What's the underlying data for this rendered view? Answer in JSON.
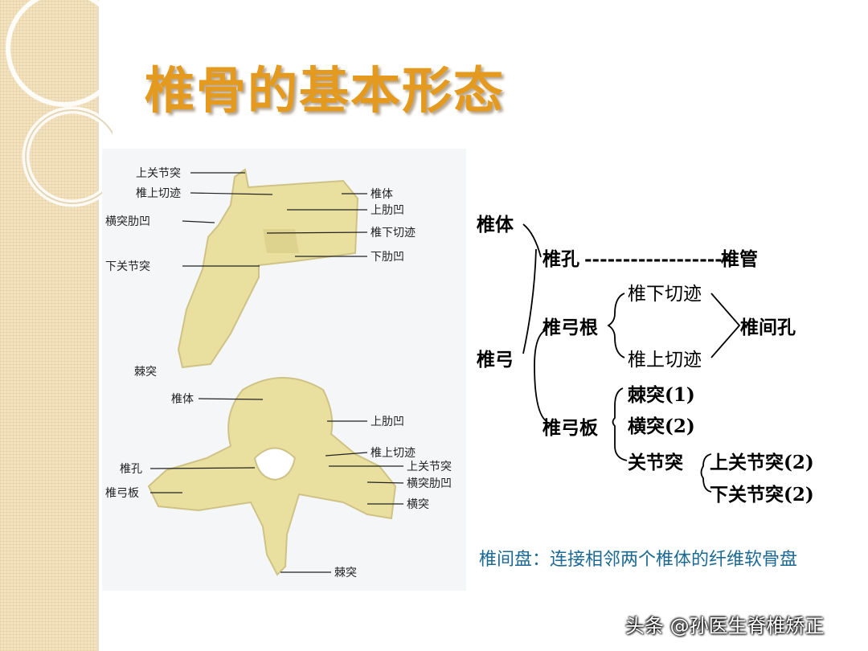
{
  "title": "椎骨的基本形态",
  "figure_labels": {
    "lateral": [
      "上关节突",
      "椎上切迹",
      "椎体",
      "上肋凹",
      "横突肋凹",
      "椎下切迹",
      "下肋凹",
      "下关节突",
      "棘突"
    ],
    "superior": [
      "椎体",
      "上肋凹",
      "椎上切迹",
      "椎孔",
      "上关节突",
      "椎弓板",
      "横突肋凹",
      "横突",
      "棘突"
    ]
  },
  "tree": {
    "body": "椎体",
    "foramen": "椎孔",
    "dashes": "-------------------",
    "canal": "椎管",
    "arch": "椎弓",
    "pedicle": "椎弓根",
    "inferior_notch": "椎下切迹",
    "superior_notch": "椎上切迹",
    "intervertebral_foramen": "椎间孔",
    "lamina": "椎弓板",
    "spinous": "棘突(1)",
    "transverse": "横突(2)",
    "articular": "关节突",
    "sup_articular": "上关节突(2)",
    "inf_articular": "下关节突(2)"
  },
  "note": "椎间盘：连接相邻两个椎体的纤维软骨盘",
  "watermark": "头条 @孙医生脊椎矫正",
  "colors": {
    "title": "#e39a1e",
    "note": "#1c6a93",
    "bone": "#e9e0a0",
    "sidebar": "#f3e2bf"
  }
}
